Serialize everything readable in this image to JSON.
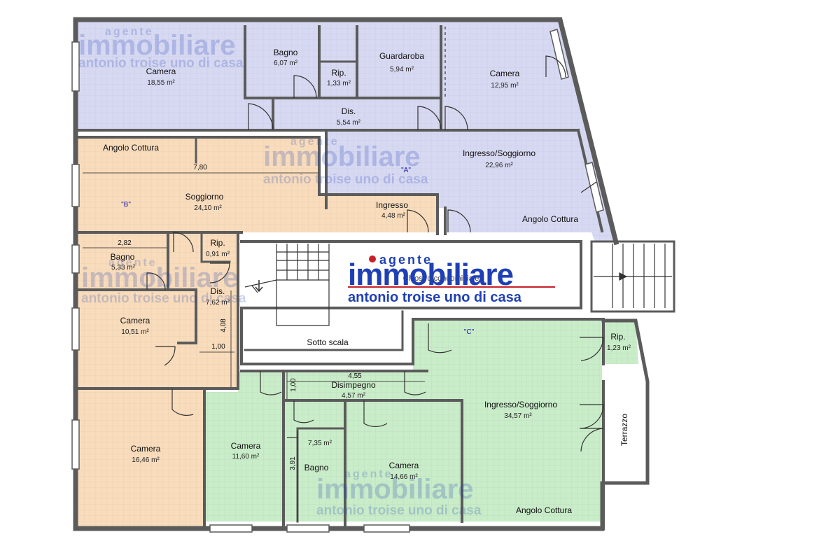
{
  "colors": {
    "unit_a": "#d7d9f2",
    "unit_b": "#f8dcbc",
    "unit_c": "#c9ecc9",
    "wall": "#5b5b5b",
    "logo_blue": "#1e3fb5",
    "logo_red": "#c8202a"
  },
  "units": {
    "a": "\"A\"",
    "b": "\"B\"",
    "c": "\"C\""
  },
  "rooms": {
    "a_camera_1": {
      "name": "Camera",
      "area": "18,55 m²"
    },
    "a_bagno": {
      "name": "Bagno",
      "area": "6,07 m²"
    },
    "a_rip": {
      "name": "Rip.",
      "area": "1,33 m²"
    },
    "a_guardaroba": {
      "name": "Guardaroba",
      "area": "5,94 m²"
    },
    "a_camera_2": {
      "name": "Camera",
      "area": "12,95 m²"
    },
    "a_dis": {
      "name": "Dis.",
      "area": "5,54 m²"
    },
    "a_soggiorno": {
      "name": "Ingresso/Soggiorno",
      "area": "22,96 m²"
    },
    "a_cottura": {
      "name": "Angolo Cottura"
    },
    "b_cottura": {
      "name": "Angolo Cottura"
    },
    "b_soggiorno": {
      "name": "Soggiorno",
      "area": "24,10 m²"
    },
    "b_ingresso": {
      "name": "Ingresso",
      "area": "4,48 m²"
    },
    "b_bagno": {
      "name": "Bagno",
      "area": "5,33 m²"
    },
    "b_rip": {
      "name": "Rip.",
      "area": "0,91 m²"
    },
    "b_dis": {
      "name": "Dis.",
      "area": "7,62 m²"
    },
    "b_camera_1": {
      "name": "Camera",
      "area": "10,51 m²"
    },
    "b_camera_2": {
      "name": "Camera",
      "area": "16,46 m²"
    },
    "sotto_scala": {
      "name": "Sotto scala"
    },
    "androne": {
      "name": "Chiostro condominiale"
    },
    "c_soggiorno": {
      "name": "Ingresso/Soggiorno",
      "area": "34,57 m²"
    },
    "c_rip": {
      "name": "Rip.",
      "area": "1,23 m²"
    },
    "c_terrazzo": {
      "name": "Terrazzo"
    },
    "c_disimpegno": {
      "name": "Disimpegno",
      "area": "4,57 m²"
    },
    "c_camera_1": {
      "name": "Camera",
      "area": "11,60 m²"
    },
    "c_bagno": {
      "name": "Bagno",
      "area": "7,35 m²"
    },
    "c_camera_2": {
      "name": "Camera",
      "area": "14,66 m²"
    },
    "c_cottura": {
      "name": "Angolo Cottura"
    }
  },
  "dimensions": {
    "d_780": "7,80",
    "d_282": "2,82",
    "d_408": "4,08",
    "d_100a": "1,00",
    "d_455": "4,55",
    "d_100b": "1,00",
    "d_391": "3,91"
  },
  "watermark": {
    "brand_top": "agente",
    "brand_main": "immobiliare",
    "tagline": "antonio troise uno di casa"
  }
}
